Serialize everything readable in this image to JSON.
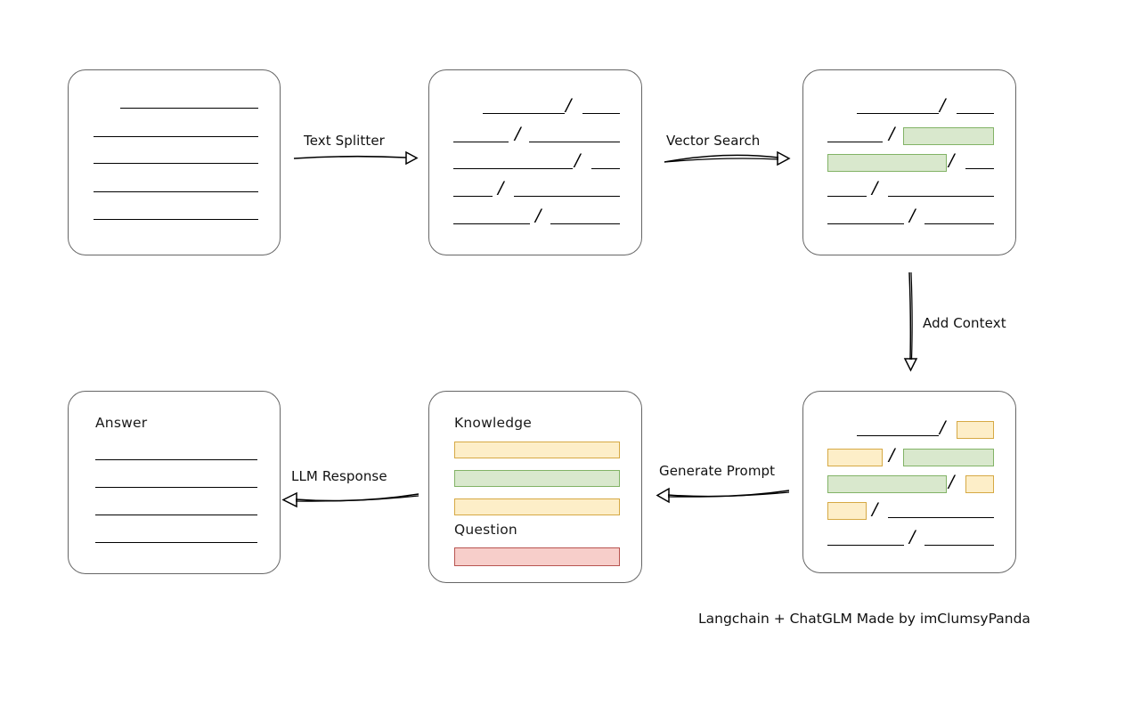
{
  "diagram": {
    "title_footer": "Langchain + ChatGLM Made by imClumsyPanda",
    "nodes": {
      "source_document": {
        "label": "",
        "line_count": 5,
        "description": "plain document with five text lines"
      },
      "split_chunks": {
        "label": "",
        "line_count": 5,
        "description": "document split into chunks separated by slashes"
      },
      "retrieved_chunks": {
        "label": "",
        "line_count": 5,
        "description": "chunks with two matched segments highlighted green"
      },
      "context_chunks": {
        "label": "",
        "line_count": 5,
        "description": "chunks with green matches and yellow context neighbours"
      },
      "prompt": {
        "knowledge_label": "Knowledge",
        "question_label": "Question"
      },
      "answer": {
        "label": "Answer",
        "line_count": 4
      }
    },
    "edges": [
      {
        "name": "text-splitter",
        "label": "Text Splitter",
        "direction": "right"
      },
      {
        "name": "vector-search",
        "label": "Vector Search",
        "direction": "right"
      },
      {
        "name": "add-context",
        "label": "Add Context",
        "direction": "down"
      },
      {
        "name": "generate-prompt",
        "label": "Generate Prompt",
        "direction": "left"
      },
      {
        "name": "llm-response",
        "label": "LLM Response",
        "direction": "left"
      }
    ],
    "colors": {
      "highlight_green_fill": "#d9e8cd",
      "highlight_green_border": "#82b366",
      "highlight_yellow_fill": "#fdeec8",
      "highlight_yellow_border": "#d6a944",
      "highlight_red_fill": "#f7ceca",
      "highlight_red_border": "#b85450",
      "box_border": "#666666",
      "rule_color": "#000000",
      "background": "#ffffff"
    }
  }
}
